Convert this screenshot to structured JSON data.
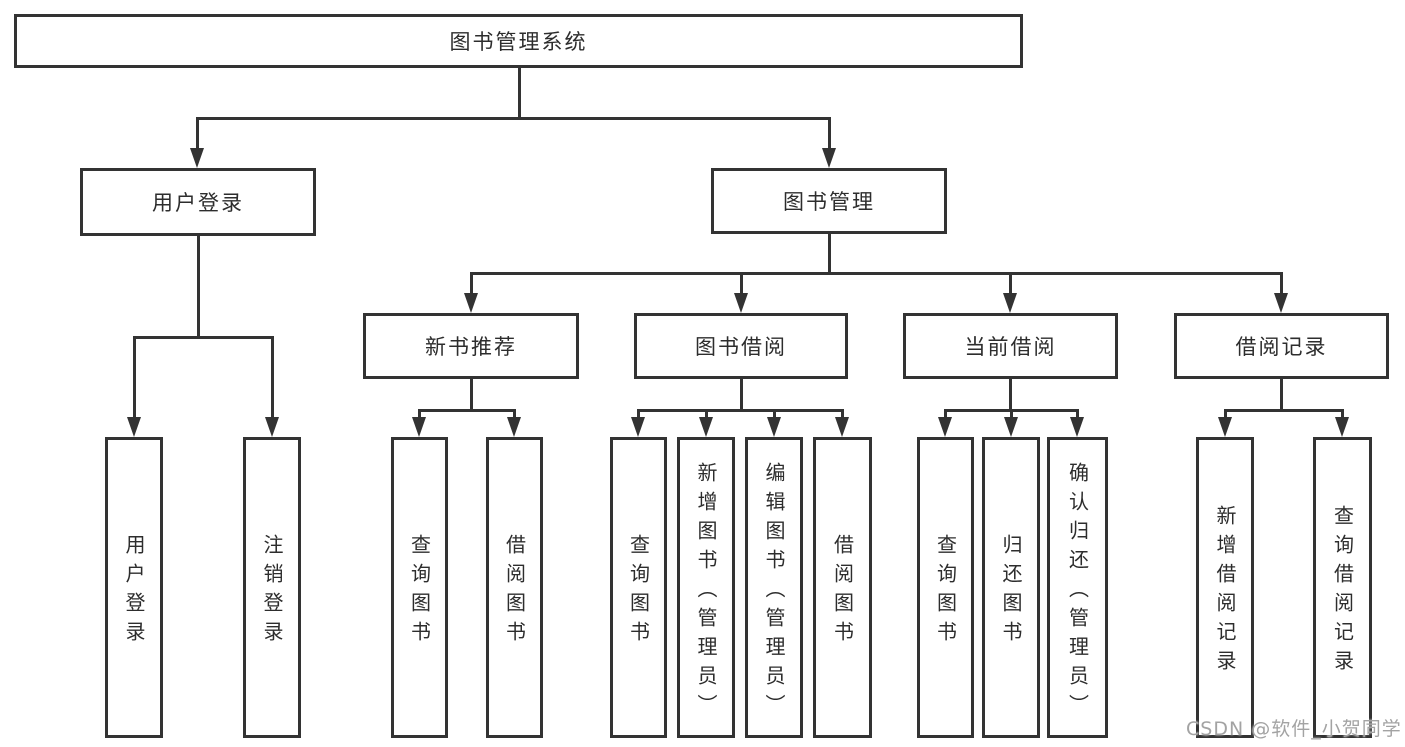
{
  "diagram": {
    "type": "function-tree",
    "title": "图书管理系统",
    "watermark": "CSDN @软件_小贺同学",
    "colors": {
      "line": "#333333",
      "text": "#2d2d2d",
      "background": "#ffffff",
      "watermark": "#a3a3a3"
    },
    "nodes": {
      "root": {
        "label": "图书管理系统",
        "children": [
          "user_login",
          "book_mgmt"
        ]
      },
      "user_login": {
        "label": "用户登录",
        "children": [
          "leaf_user_login",
          "leaf_logout"
        ]
      },
      "book_mgmt": {
        "label": "图书管理",
        "children": [
          "new_book_rec",
          "book_borrow",
          "current_borrow",
          "borrow_records"
        ]
      },
      "new_book_rec": {
        "label": "新书推荐",
        "children": [
          "rec_query",
          "rec_borrow"
        ]
      },
      "book_borrow": {
        "label": "图书借阅",
        "children": [
          "bb_query",
          "bb_add",
          "bb_edit",
          "bb_borrow"
        ]
      },
      "current_borrow": {
        "label": "当前借阅",
        "children": [
          "cb_query",
          "cb_return",
          "cb_confirm"
        ]
      },
      "borrow_records": {
        "label": "借阅记录",
        "children": [
          "br_add",
          "br_query"
        ]
      },
      "leaf_user_login": {
        "label": "用户登录",
        "children": []
      },
      "leaf_logout": {
        "label": "注销登录",
        "children": []
      },
      "rec_query": {
        "label": "查询图书",
        "children": []
      },
      "rec_borrow": {
        "label": "借阅图书",
        "children": []
      },
      "bb_query": {
        "label": "查询图书",
        "children": []
      },
      "bb_add": {
        "label": "新增图书（管理员）",
        "children": []
      },
      "bb_edit": {
        "label": "编辑图书（管理员）",
        "children": []
      },
      "bb_borrow": {
        "label": "借阅图书",
        "children": []
      },
      "cb_query": {
        "label": "查询图书",
        "children": []
      },
      "cb_return": {
        "label": "归还图书",
        "children": []
      },
      "cb_confirm": {
        "label": "确认归还（管理员）",
        "children": []
      },
      "br_add": {
        "label": "新增借阅记录",
        "children": []
      },
      "br_query": {
        "label": "查询借阅记录",
        "children": []
      }
    }
  }
}
